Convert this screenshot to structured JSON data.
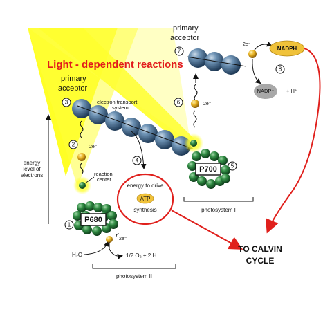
{
  "title": "Light - dependent reactions",
  "colors": {
    "title_red": "#e21b1b",
    "sunlight": "#ffff22",
    "chain_blue": "#5b7fa0",
    "chlorophyll_green": "#2e7d3a",
    "carrier_yellow": "#e0a91e",
    "red_arrow": "#e0201c",
    "nadp_gray": "#9a9a9a"
  },
  "labels": {
    "primary_acceptor_1": "primary acceptor",
    "primary_acceptor_2": "primary acceptor",
    "electron_transport": "electron transport system",
    "e_minus_2": "2e⁻",
    "e_minus_6": "2e⁻",
    "e_minus_7": "2e⁻",
    "e_minus_1": "2e⁻",
    "reaction_center": "reaction center",
    "energy_axis": "energy level of electrons",
    "energy_to_drive": "energy to drive",
    "atp": "ATP",
    "synthesis": "synthesis",
    "p680": "P680",
    "p700": "P700",
    "photosystem_ii": "photosystem II",
    "photosystem_i": "photosystem I",
    "h2o": "H₂O",
    "water_products": "1/2 O₂ + 2 H⁺",
    "nadph": "NADPH",
    "nadp": "NADP⁺",
    "h_plus": "+ H⁺",
    "calvin": "TO CALVIN CYCLE"
  },
  "steps": [
    "1",
    "2",
    "3",
    "4",
    "5",
    "6",
    "7",
    "8"
  ]
}
